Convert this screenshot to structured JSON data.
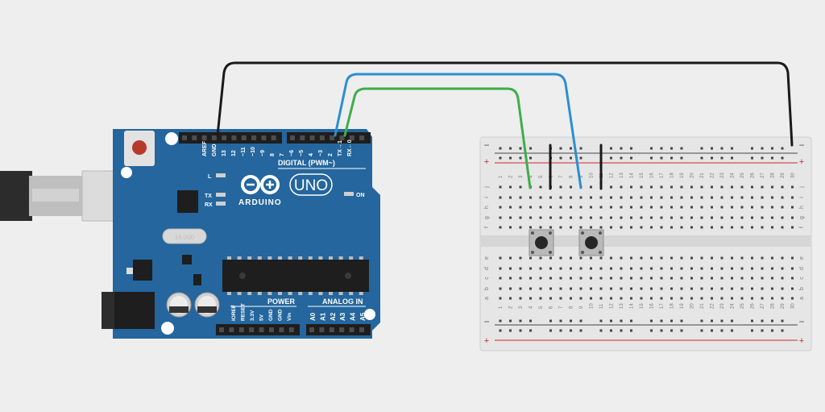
{
  "arduino": {
    "brand": "ARDUINO",
    "model": "UNO",
    "digital_header": "DIGITAL (PWM~)",
    "power_header": "POWER",
    "analog_header": "ANALOG IN",
    "led_l": "L",
    "led_tx": "TX",
    "led_rx": "RX",
    "led_on": "ON",
    "digital_pins": [
      "AREF",
      "GND",
      "13",
      "12",
      "~11",
      "~10",
      "~9",
      "8",
      "7",
      "~6",
      "~5",
      "4",
      "~3",
      "2",
      "TX→1",
      "RX←0"
    ],
    "power_pins": [
      "IOREF",
      "RESET",
      "3.3V",
      "5V",
      "GND",
      "GND",
      "Vin"
    ],
    "analog_pins": [
      "A0",
      "A1",
      "A2",
      "A3",
      "A4",
      "A5"
    ],
    "crystal_label": "16.000"
  },
  "breadboard": {
    "columns": 30,
    "rows_top": [
      "j",
      "i",
      "h",
      "g",
      "f"
    ],
    "rows_bottom": [
      "e",
      "d",
      "c",
      "b",
      "a"
    ],
    "rail_minus": "−",
    "rail_plus": "+"
  },
  "wires": [
    {
      "name": "gnd-wire",
      "color": "#1a1a1a"
    },
    {
      "name": "pin3-wire",
      "color": "#2b8fd0"
    },
    {
      "name": "pin2-wire",
      "color": "#3fae4a"
    }
  ],
  "colors": {
    "board": "#24669d",
    "breadboard": "#e6e6e6",
    "rail_red": "#cc2a2a",
    "background": "#eeeeee"
  }
}
